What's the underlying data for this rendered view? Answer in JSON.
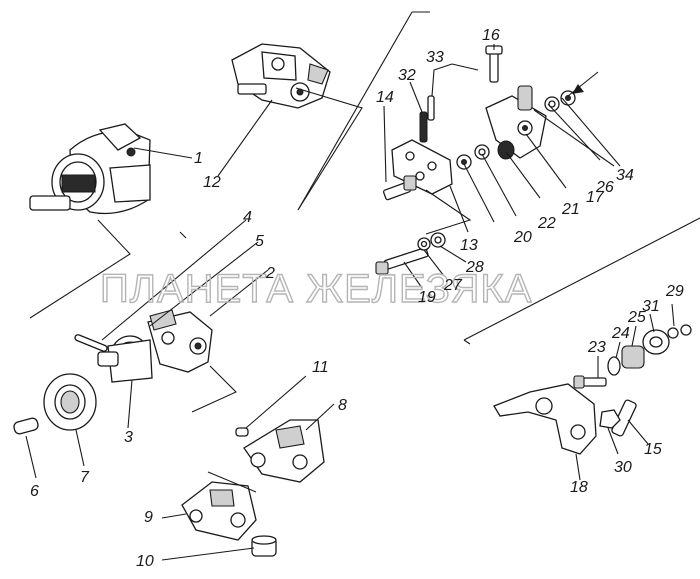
{
  "watermark": "ПЛАНЕТА ЖЕЛЕЗЯКА",
  "callouts": [
    {
      "id": "c1",
      "text": "1"
    },
    {
      "id": "c2",
      "text": "2"
    },
    {
      "id": "c3",
      "text": "3"
    },
    {
      "id": "c4",
      "text": "4"
    },
    {
      "id": "c5",
      "text": "5"
    },
    {
      "id": "c6",
      "text": "6"
    },
    {
      "id": "c7",
      "text": "7"
    },
    {
      "id": "c8",
      "text": "8"
    },
    {
      "id": "c9",
      "text": "9"
    },
    {
      "id": "c10",
      "text": "10"
    },
    {
      "id": "c11",
      "text": "11"
    },
    {
      "id": "c12",
      "text": "12"
    },
    {
      "id": "c13",
      "text": "13"
    },
    {
      "id": "c14",
      "text": "14"
    },
    {
      "id": "c15",
      "text": "15"
    },
    {
      "id": "c16",
      "text": "16"
    },
    {
      "id": "c17",
      "text": "17"
    },
    {
      "id": "c18",
      "text": "18"
    },
    {
      "id": "c19",
      "text": "19"
    },
    {
      "id": "c20",
      "text": "20"
    },
    {
      "id": "c21",
      "text": "21"
    },
    {
      "id": "c22",
      "text": "22"
    },
    {
      "id": "c23",
      "text": "23"
    },
    {
      "id": "c24",
      "text": "24"
    },
    {
      "id": "c25",
      "text": "25"
    },
    {
      "id": "c26",
      "text": "26"
    },
    {
      "id": "c27",
      "text": "27"
    },
    {
      "id": "c28",
      "text": "28"
    },
    {
      "id": "c29",
      "text": "29"
    },
    {
      "id": "c30",
      "text": "30"
    },
    {
      "id": "c31",
      "text": "31"
    },
    {
      "id": "c32",
      "text": "32"
    },
    {
      "id": "c33",
      "text": "33"
    },
    {
      "id": "c34",
      "text": "34"
    }
  ]
}
